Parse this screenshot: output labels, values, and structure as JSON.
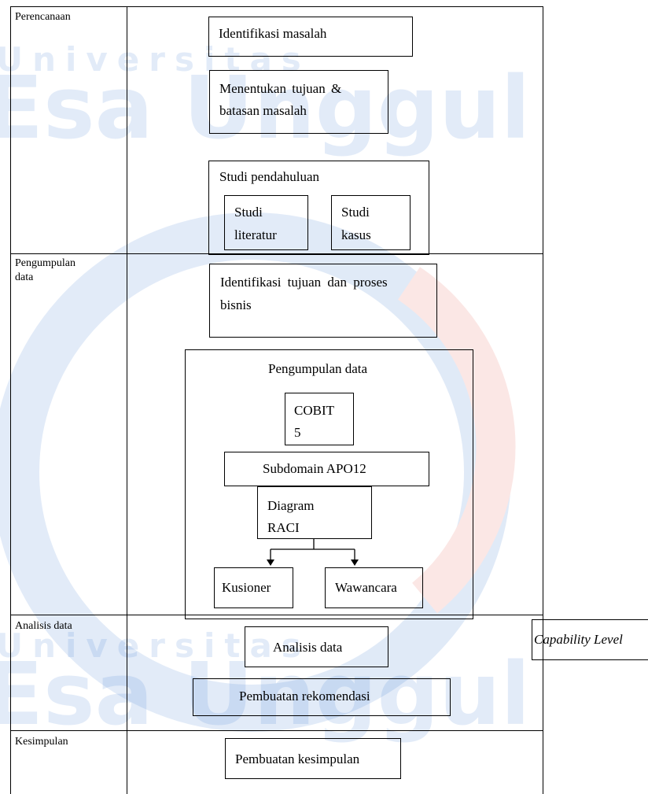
{
  "watermark": {
    "line1": "Universitas",
    "line2": "Esa Unggul",
    "colors": {
      "blue": "#1d63c8",
      "red": "#e64b3c"
    }
  },
  "lanes": {
    "perencanaan": "Perencanaan",
    "pengumpulan_line1": "Pengumpulan",
    "pengumpulan_line2": "data",
    "analisis": "Analisis data",
    "kesimpulan": "Kesimpulan"
  },
  "boxes": {
    "identifikasi_masalah": "Identifikasi masalah",
    "tujuan_line1": "Menentukan tujuan &",
    "tujuan_line2": "batasan masalah",
    "studi_pendahuluan": "Studi pendahuluan",
    "studi_literatur_line1": "Studi",
    "studi_literatur_line2": "literatur",
    "studi_kasus_line1": "Studi",
    "studi_kasus_line2": "kasus",
    "identifikasi_tujuan_line1": "Identifikasi tujuan dan proses",
    "identifikasi_tujuan_line2": "bisnis",
    "pengumpulan_data": "Pengumpulan data",
    "cobit_line1": "COBIT",
    "cobit_line2": "5",
    "subdomain": "Subdomain APO12",
    "raci_line1": "Diagram",
    "raci_line2": "RACI",
    "kusioner": "Kusioner",
    "wawancara": "Wawancara",
    "analisis_data": "Analisis data",
    "capability_level": "Capability Level",
    "pembuatan_rekomendasi": "Pembuatan rekomendasi",
    "pembuatan_kesimpulan": "Pembuatan kesimpulan"
  }
}
